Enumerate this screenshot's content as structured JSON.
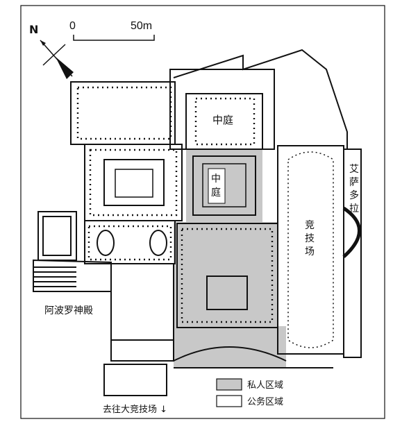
{
  "map": {
    "north_label": "N",
    "scale": {
      "start_label": "0",
      "end_label": "50m"
    },
    "labels": {
      "courtyard": "中庭",
      "inner_courtyard_line1": "中",
      "inner_courtyard_line2": "庭",
      "stadium_line1": "竞",
      "stadium_line2": "技",
      "stadium_line3": "场",
      "temple": "阿波罗神殿",
      "exedra_line1": "艾",
      "exedra_line2": "萨",
      "exedra_line3": "多",
      "exedra_line4": "拉",
      "to_circus": "去往大竞技场 ↓"
    },
    "legend": {
      "private": "私人区域",
      "public": "公务区域"
    },
    "colors": {
      "ink": "#111111",
      "private_zone": "#c8c8c8",
      "public_zone": "#ffffff"
    }
  }
}
